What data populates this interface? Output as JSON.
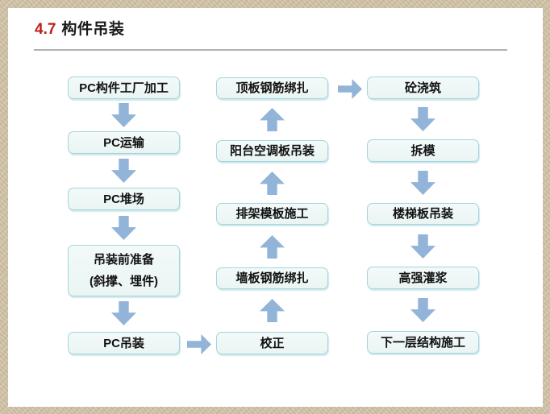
{
  "header": {
    "section_number": "4.7",
    "title": "构件吊装"
  },
  "colors": {
    "frame_background": "#cfc1a6",
    "slide_background": "#ffffff",
    "box_fill": "#edf6f4",
    "box_border": "#a6d4dc",
    "arrow_fill": "#92b4d8",
    "section_number_red": "#bf1f1a",
    "divider_gray": "#b0b0b0",
    "text_color": "#111111"
  },
  "flowchart": {
    "left_column": [
      "PC构件工厂加工",
      "PC运输",
      "PC堆场",
      {
        "line1": "吊装前准备",
        "line2": "(斜撑、埋件)"
      },
      "PC吊装"
    ],
    "middle_column": [
      "顶板钢筋绑扎",
      "阳台空调板吊装",
      "排架模板施工",
      "墙板钢筋绑扎",
      "校正"
    ],
    "right_column": [
      "砼浇筑",
      "拆模",
      "楼梯板吊装",
      "高强灌浆",
      "下一层结构施工"
    ],
    "sequence": [
      "PC构件工厂加工",
      "PC运输",
      "PC堆场",
      "吊装前准备(斜撑、埋件)",
      "PC吊装",
      "校正",
      "墙板钢筋绑扎",
      "排架模板施工",
      "阳台空调板吊装",
      "顶板钢筋绑扎",
      "砼浇筑",
      "拆模",
      "楼梯板吊装",
      "高强灌浆",
      "下一层结构施工"
    ]
  }
}
